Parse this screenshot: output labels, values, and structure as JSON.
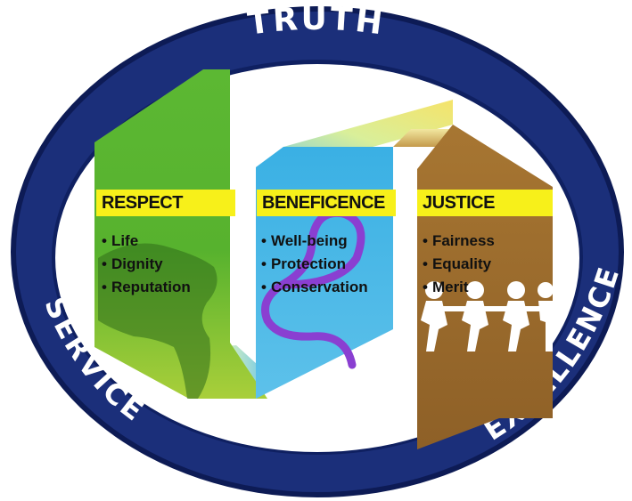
{
  "ring": {
    "top_word": "TRUTH",
    "left_word": "SERVICE",
    "right_word": "EXCELLENCE"
  },
  "panels": [
    {
      "title": "RESPECT",
      "items": [
        "Life",
        "Dignity",
        "Reputation"
      ]
    },
    {
      "title": "BENEFICENCE",
      "items": [
        "Well-being",
        "Protection",
        "Conservation"
      ]
    },
    {
      "title": "JUSTICE",
      "items": [
        "Fairness",
        "Equality",
        "Merit"
      ]
    }
  ],
  "colors": {
    "ring": "#1b2f7a",
    "ring_edge": "#0d1b55",
    "respect": "#58b530",
    "beneficence": "#38aee0",
    "justice": "#9a6a2c",
    "header_band": "#f7f01a",
    "ribbon_light": "#f3ec7a",
    "purple_line": "#8a3fd1"
  },
  "icons": {
    "respect": "clasped-hands-icon",
    "beneficence": "purple-ribbon-swirl",
    "justice": "people-holding-hands-icon"
  }
}
